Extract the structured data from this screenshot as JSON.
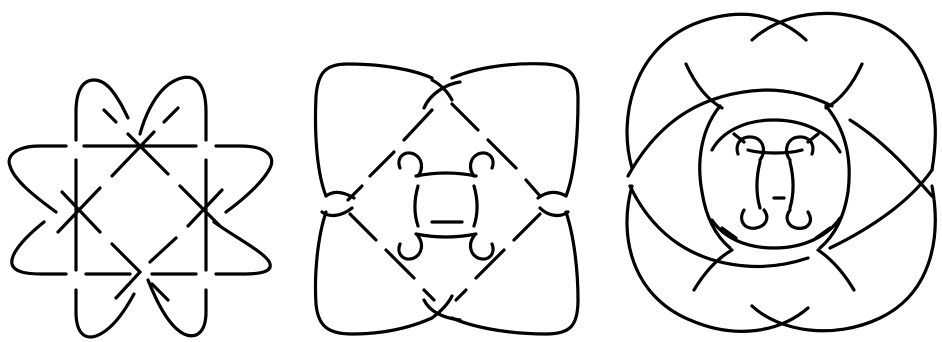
{
  "figure": {
    "background": "#ffffff",
    "stroke_color": "#000000",
    "panels": [
      {
        "name": "left",
        "shape": "six-pointed star knot diagram"
      },
      {
        "name": "middle",
        "shape": "rounded-square knot diagram with central square"
      },
      {
        "name": "right",
        "shape": "four-lobed rosette knot diagram"
      }
    ]
  }
}
